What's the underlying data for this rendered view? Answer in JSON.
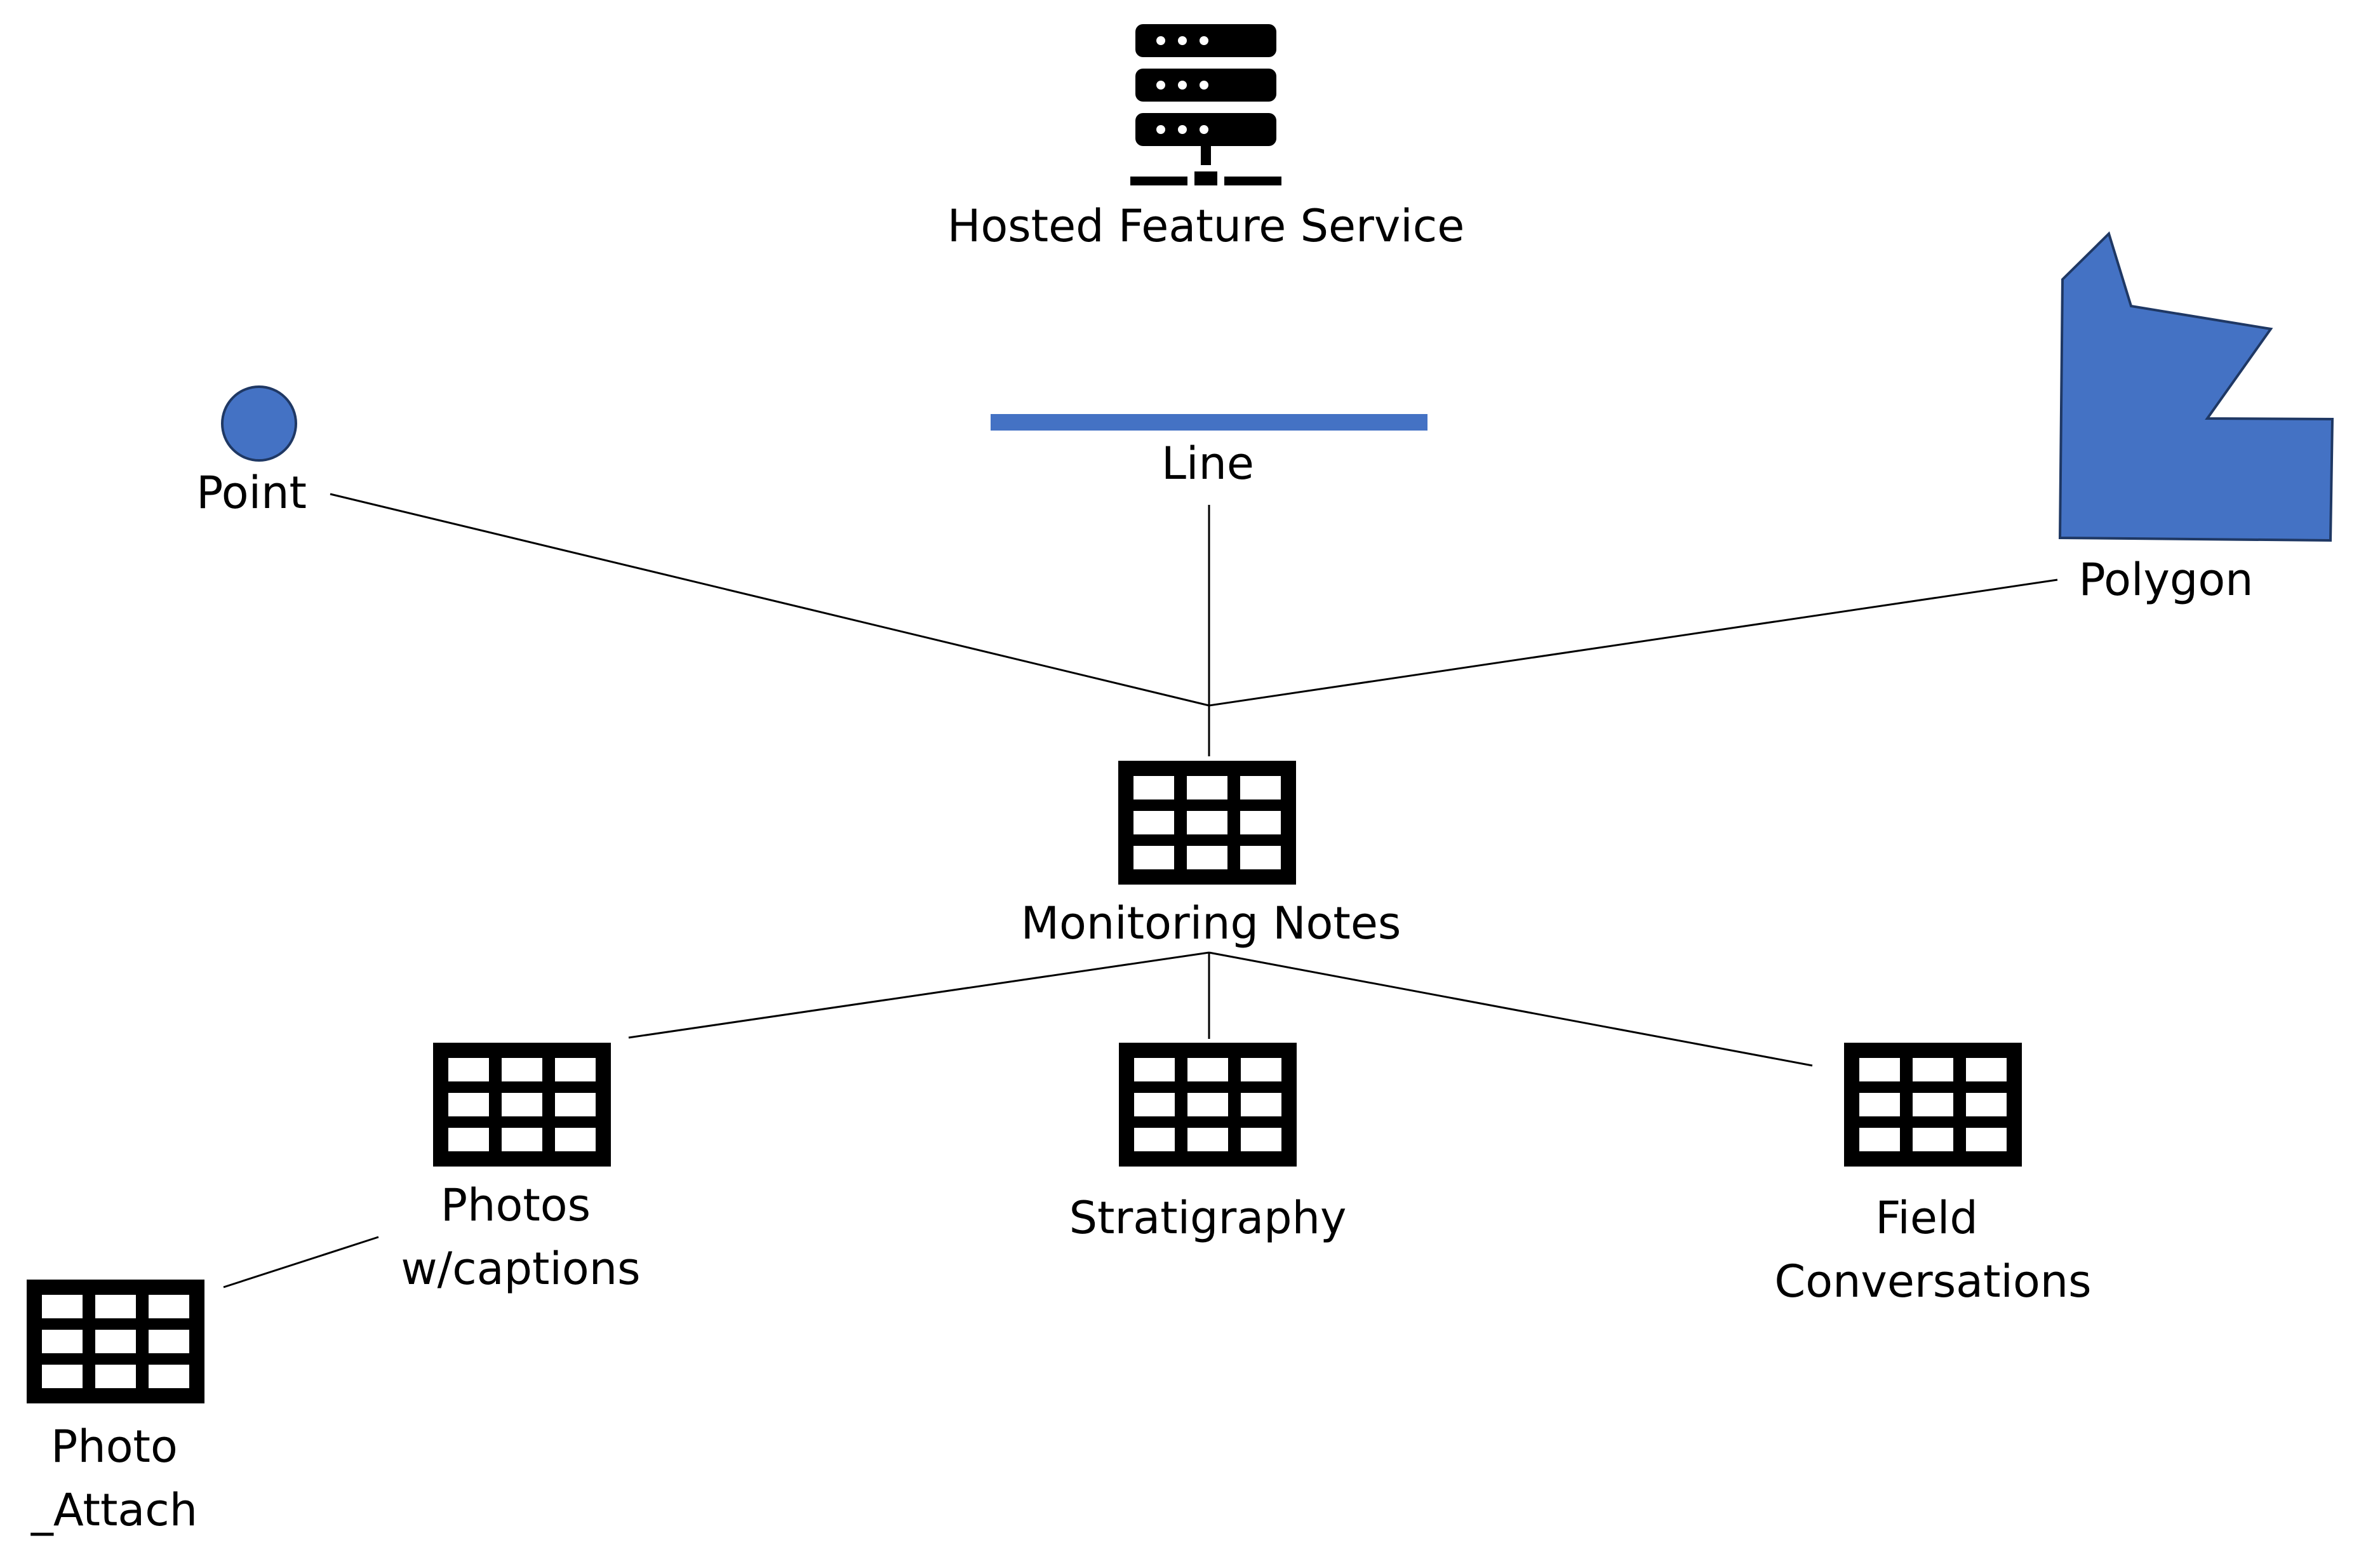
{
  "colors": {
    "feature_blue": "#4472C4",
    "feature_outline": "#1F3864",
    "ink": "#000000",
    "background": "#FFFFFF"
  },
  "icons": {
    "service": "server-stack-icon",
    "table": "table-grid-icon"
  },
  "service": {
    "label": "Hosted Feature Service"
  },
  "layers": {
    "point": {
      "label": "Point"
    },
    "line": {
      "label": "Line"
    },
    "polygon": {
      "label": "Polygon"
    }
  },
  "tables": {
    "monitoring_notes": {
      "label": "Monitoring Notes"
    },
    "photos": {
      "label_line1": "Photos",
      "label_line2": "w/captions"
    },
    "stratigraphy": {
      "label": "Stratigraphy"
    },
    "field_conversations": {
      "label_line1": "Field",
      "label_line2": "Conversations"
    },
    "photo_attach": {
      "label_line1": "Photo",
      "label_line2": "_Attach"
    }
  }
}
